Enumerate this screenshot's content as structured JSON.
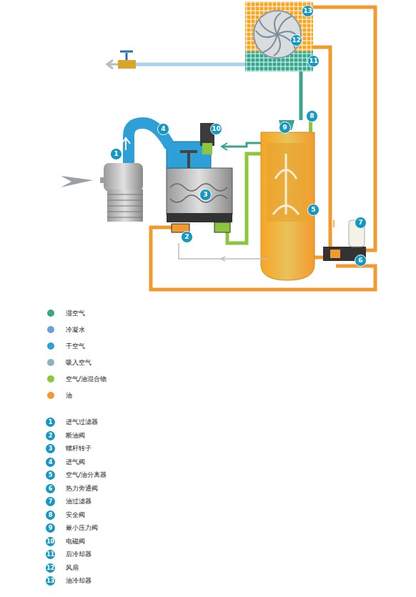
{
  "diagram": {
    "labels": [
      "1",
      "2",
      "3",
      "4",
      "5",
      "6",
      "7",
      "8",
      "9",
      "10",
      "11",
      "12",
      "13",
      "1",
      "2",
      "3",
      "4",
      "5",
      "6",
      "7",
      "8",
      "9",
      "10",
      "11",
      "12",
      "13"
    ],
    "legend": [
      {
        "text": "湿空气",
        "color": "#3aa58a"
      },
      {
        "text": "冷凝水",
        "color": "#6f9fd8"
      },
      {
        "text": "干空气",
        "color": "#2f9fd8"
      },
      {
        "text": "吸入空气",
        "color": "#90b2bf"
      },
      {
        "text": "空气/油混合物",
        "color": "#8cc63f"
      },
      {
        "text": "油",
        "color": "#f29a2e"
      },
      {
        "text": "进气过滤器"
      },
      {
        "text": "断油阀"
      },
      {
        "text": "螺杆转子"
      },
      {
        "text": "进气阀"
      },
      {
        "text": "空气/油分离器"
      },
      {
        "text": "热力旁通阀"
      },
      {
        "text": "油过滤器"
      },
      {
        "text": "安全阀"
      },
      {
        "text": "最小压力阀"
      },
      {
        "text": "电磁阀"
      },
      {
        "text": "后冷却器"
      },
      {
        "text": "风扇"
      },
      {
        "text": "油冷却器"
      }
    ]
  }
}
